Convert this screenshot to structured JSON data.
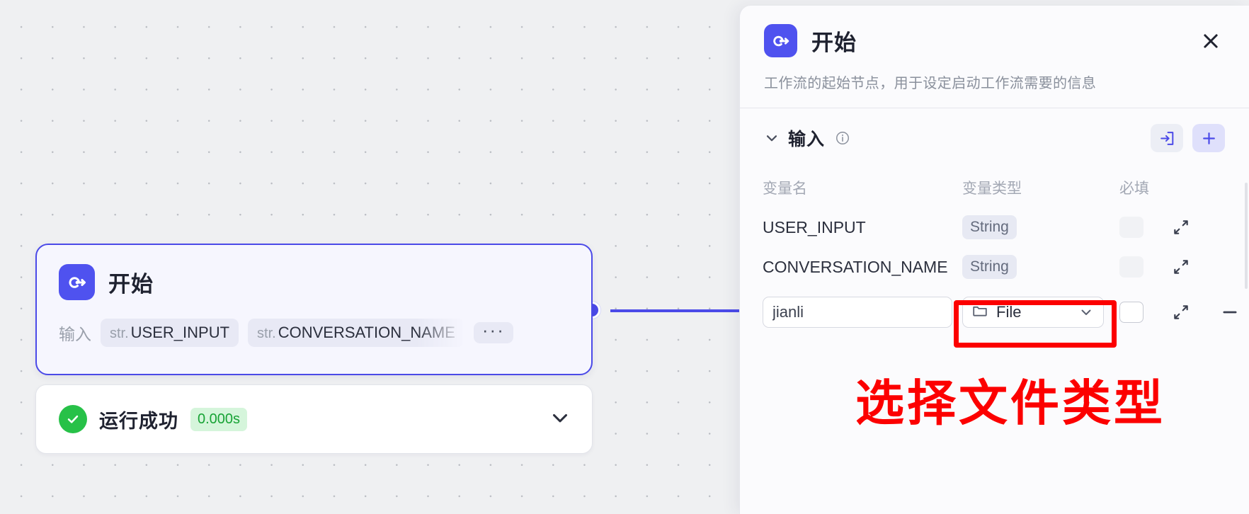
{
  "canvas": {
    "node": {
      "icon": "start-flow-icon",
      "title": "开始",
      "inputs_label": "输入",
      "variables": [
        {
          "type_prefix": "str.",
          "name": "USER_INPUT"
        },
        {
          "type_prefix": "str.",
          "name": "CONVERSATION_NAME"
        }
      ],
      "overflow_label": "···"
    },
    "status": {
      "icon": "check-circle-icon",
      "text": "运行成功",
      "duration": "0.000s",
      "expand_icon": "chevron-down-icon"
    }
  },
  "panel": {
    "icon": "start-flow-icon",
    "title": "开始",
    "close_icon": "close-icon",
    "description": "工作流的起始节点，用于设定启动工作流需要的信息",
    "section": {
      "caret_icon": "chevron-down-icon",
      "title": "输入",
      "info_icon": "info-icon",
      "import_button": "import-icon",
      "add_button": "plus-icon"
    },
    "table": {
      "headers": {
        "name": "变量名",
        "type": "变量类型",
        "required": "必填"
      },
      "rows": [
        {
          "name": "USER_INPUT",
          "type": "String",
          "required": false,
          "editable": false,
          "expand_icon": "expand-arrows-icon"
        },
        {
          "name": "CONVERSATION_NAME",
          "type": "String",
          "required": false,
          "editable": false,
          "expand_icon": "expand-arrows-icon"
        }
      ],
      "edit_row": {
        "name_value": "jianli",
        "name_placeholder": "",
        "type_value": "File",
        "type_icon": "folder-icon",
        "caret_icon": "chevron-down-icon",
        "required": false,
        "expand_icon": "expand-arrows-icon",
        "remove_icon": "minus-icon"
      }
    }
  },
  "annotation": {
    "text": "选择文件类型",
    "color": "#fc0000"
  },
  "colors": {
    "accent": "#4b4ae8",
    "node_bg": "#f6f6fe",
    "canvas_bg": "#eff0f2",
    "success": "#27c148"
  }
}
